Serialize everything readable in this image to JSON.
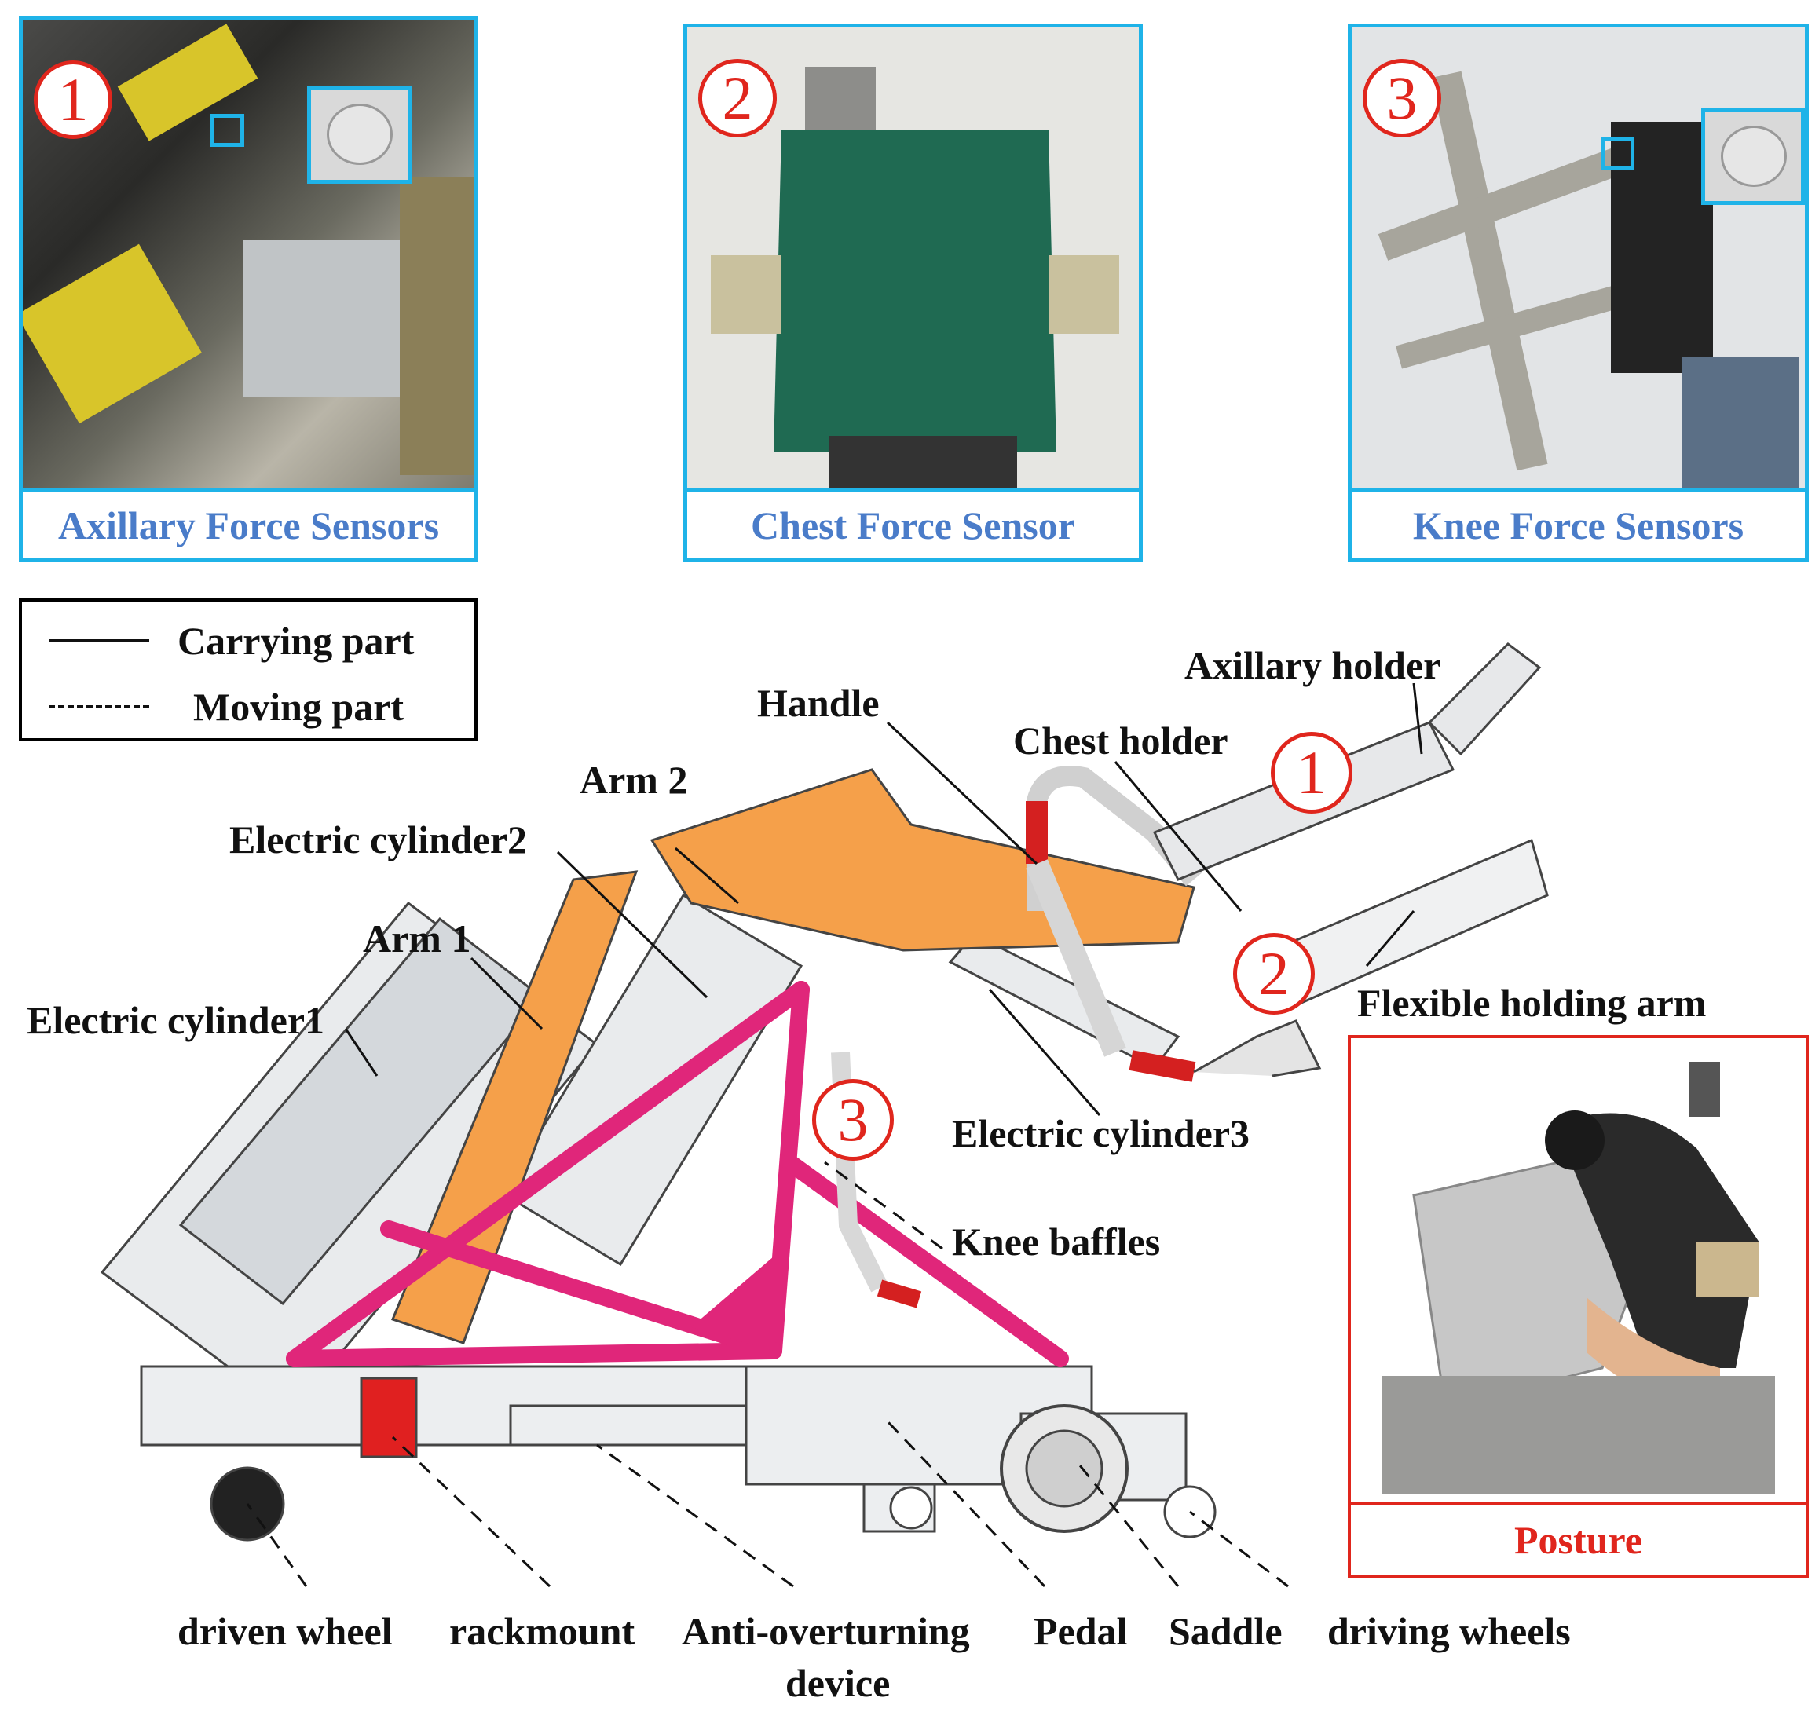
{
  "panels": [
    {
      "number": "1",
      "caption": "Axillary Force Sensors"
    },
    {
      "number": "2",
      "caption": "Chest Force Sensor"
    },
    {
      "number": "3",
      "caption": "Knee Force Sensors"
    }
  ],
  "legend": {
    "solid_label": "Carrying part",
    "dashed_label": "Moving part"
  },
  "labels": {
    "axillary_holder": "Axillary holder",
    "handle": "Handle",
    "chest_holder": "Chest holder",
    "arm2": "Arm 2",
    "electric_cylinder2": "Electric cylinder2",
    "arm1": "Arm 1",
    "electric_cylinder1": "Electric cylinder1",
    "flexible_holding_arm": "Flexible holding arm",
    "electric_cylinder3": "Electric cylinder3",
    "knee_baffles": "Knee baffles",
    "driven_wheel": "driven wheel",
    "rackmount": "rackmount",
    "anti_overturning_1": "Anti-overturning",
    "anti_overturning_2": "device",
    "pedal": "Pedal",
    "saddle": "Saddle",
    "driving_wheels": "driving wheels"
  },
  "diagram_numbers": [
    "1",
    "2",
    "3"
  ],
  "posture": {
    "caption": "Posture"
  },
  "colors": {
    "panel_border": "#1fb3e8",
    "caption_text": "#4a7cc9",
    "marker_red": "#e0261d",
    "arm_orange": "#f5a04a",
    "frame_pink": "#e0267a"
  }
}
